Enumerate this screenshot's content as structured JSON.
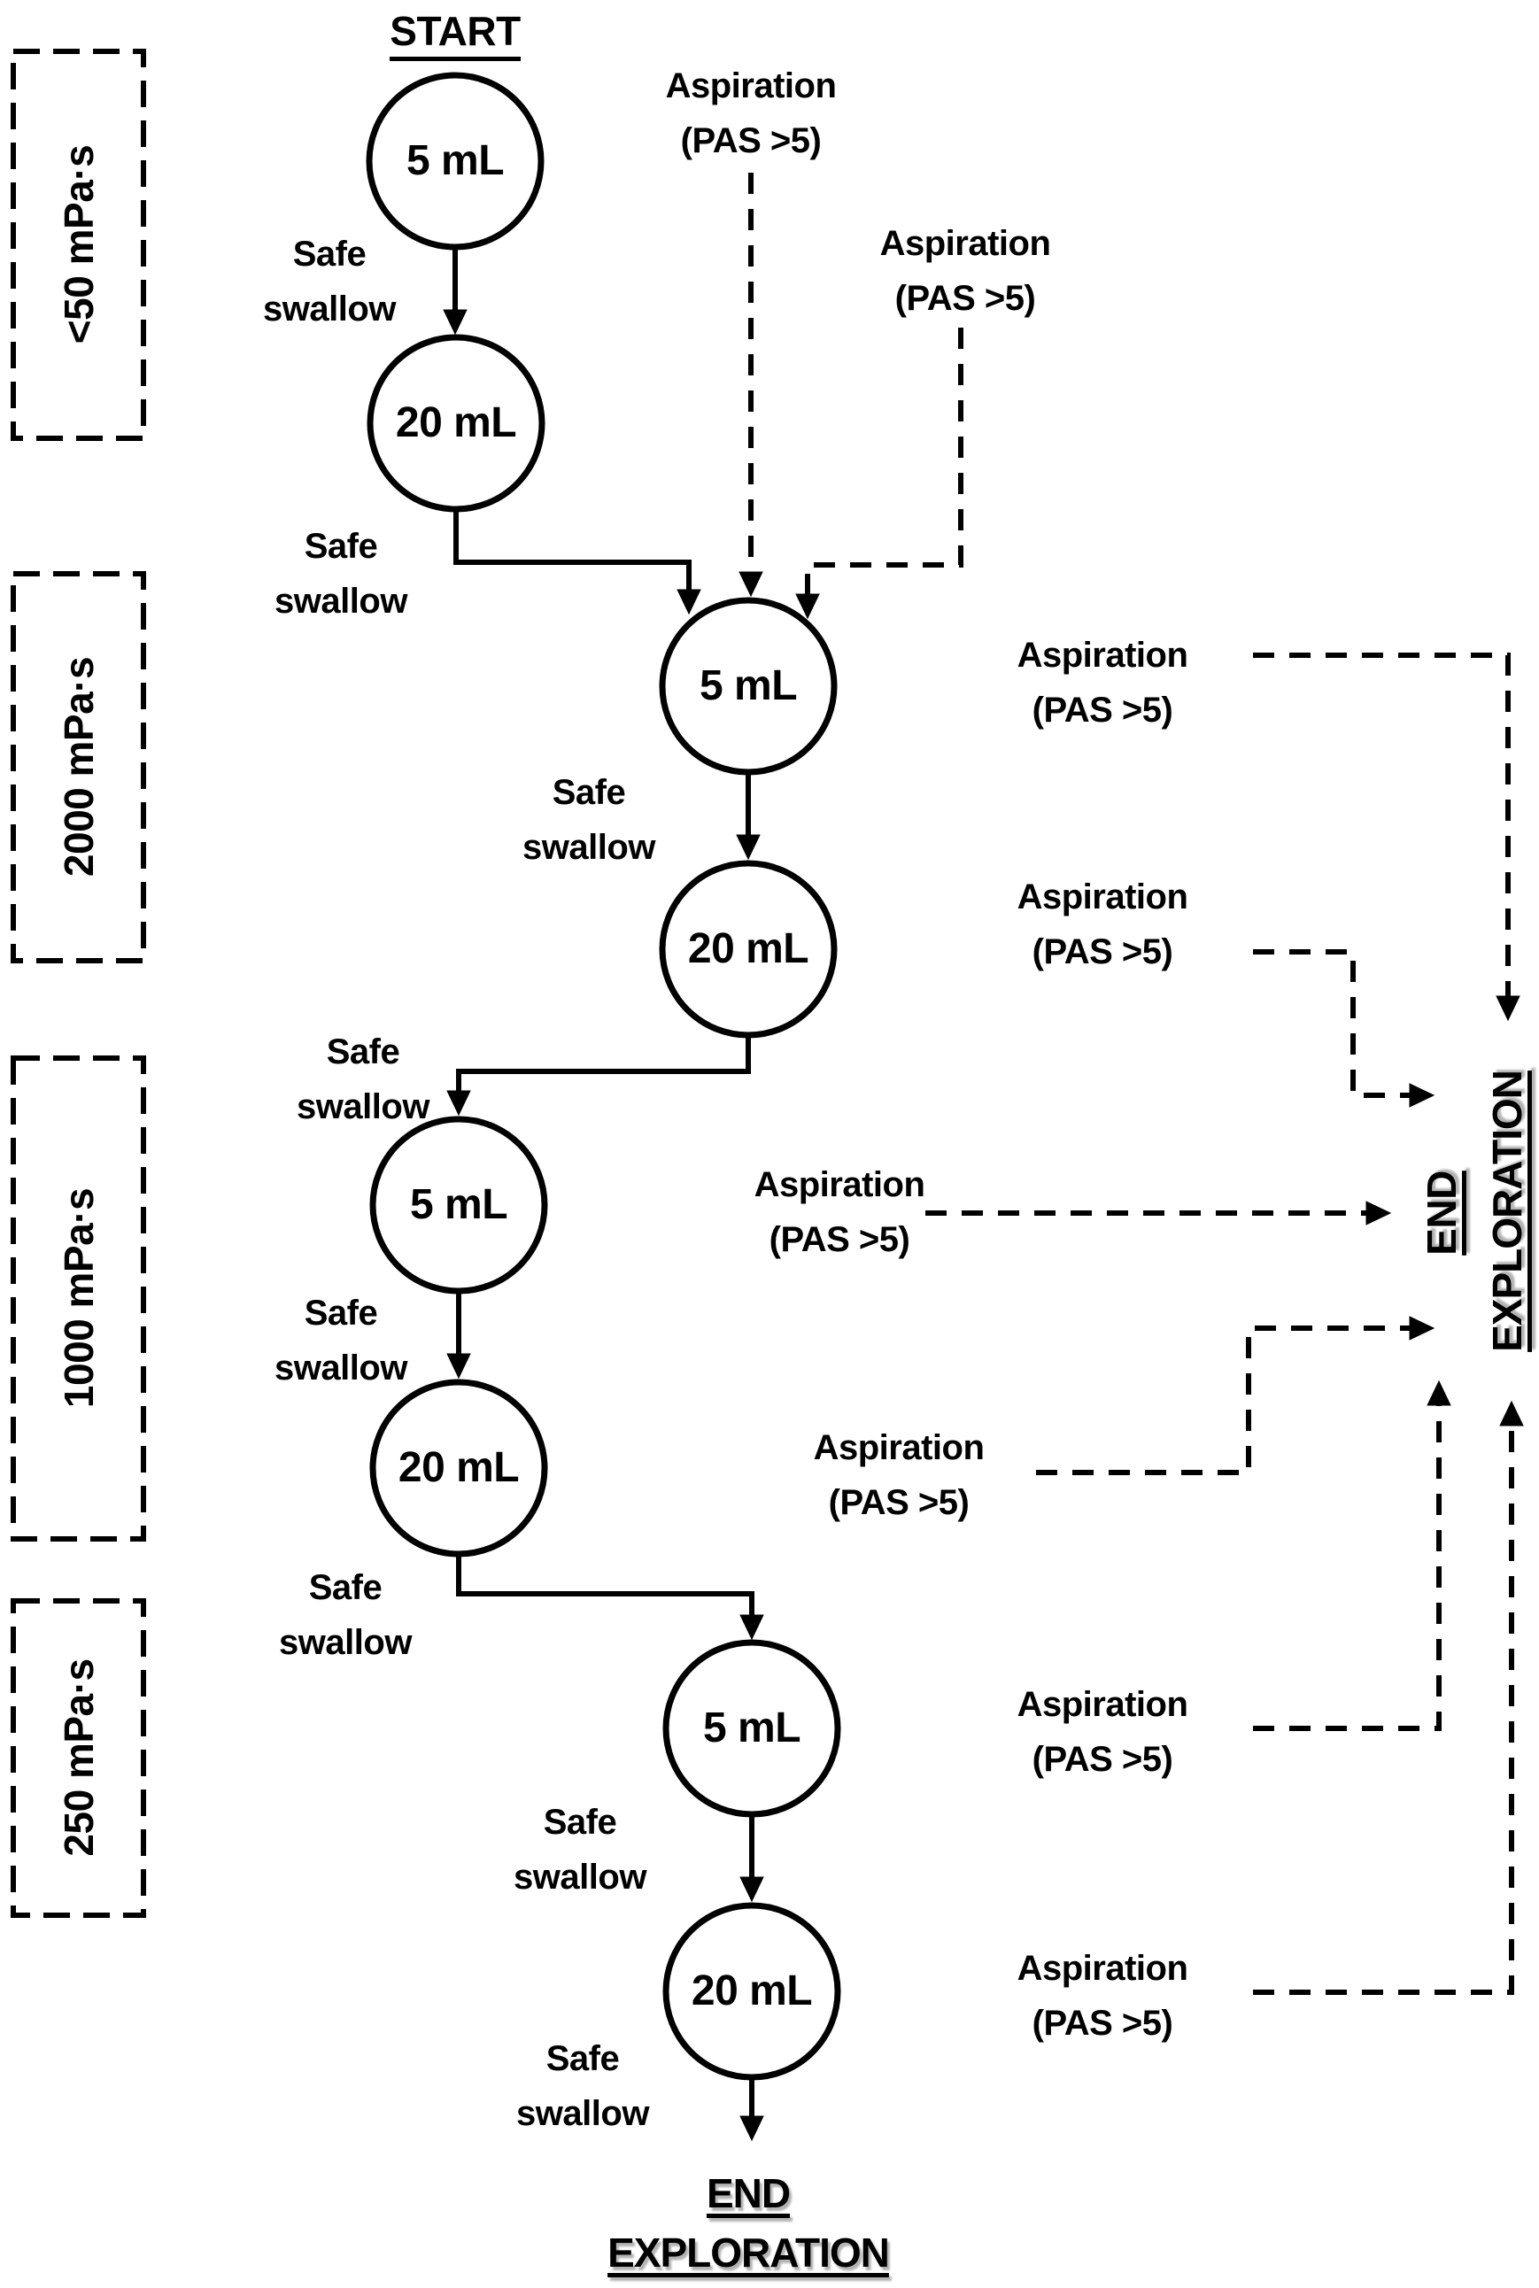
{
  "flow": {
    "start_label": "START",
    "sections": [
      {
        "viscosity": "<50 mPa·s"
      },
      {
        "viscosity": "2000 mPa·s"
      },
      {
        "viscosity": "1000 mPa·s"
      },
      {
        "viscosity": "250 mPa·s"
      }
    ],
    "nodes": [
      {
        "volume": "5 mL"
      },
      {
        "volume": "20 mL"
      },
      {
        "volume": "5 mL"
      },
      {
        "volume": "20 mL"
      },
      {
        "volume": "5 mL"
      },
      {
        "volume": "20 mL"
      },
      {
        "volume": "5 mL"
      },
      {
        "volume": "20 mL"
      }
    ],
    "safe_swallow": {
      "line1": "Safe",
      "line2": "swallow"
    },
    "aspiration": {
      "line1": "Aspiration",
      "line2": "(PAS >5)"
    },
    "end_right": {
      "line1": "END",
      "line2": "EXPLORATION"
    },
    "end_bottom": {
      "line1": "END",
      "line2": "EXPLORATION"
    }
  },
  "colors": {
    "ink": "#000000",
    "background": "#ffffff"
  }
}
